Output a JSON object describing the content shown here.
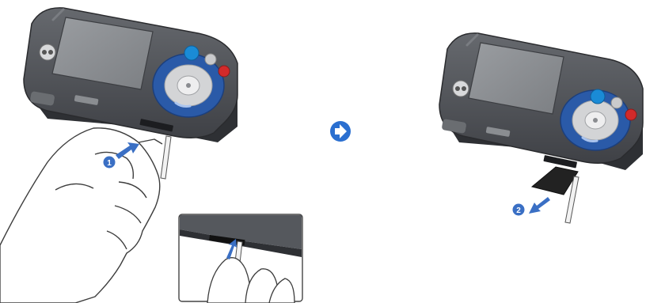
{
  "steps": [
    {
      "number": "1",
      "action": "push-card-in"
    },
    {
      "number": "2",
      "action": "pull-card-out"
    }
  ],
  "colors": {
    "phone_body": "#55585d",
    "phone_edge": "#2e3034",
    "screen": "#8a8d91",
    "nav_ring": "#2a5aa8",
    "arrow_blue": "#3a6fc4",
    "call_key": "#1a8bd6",
    "end_key": "#d22a2a",
    "card": "#222222"
  },
  "icons": {
    "next": "right-arrow-circle-icon",
    "push": "push-arrow-icon",
    "pull": "pull-arrow-icon"
  }
}
